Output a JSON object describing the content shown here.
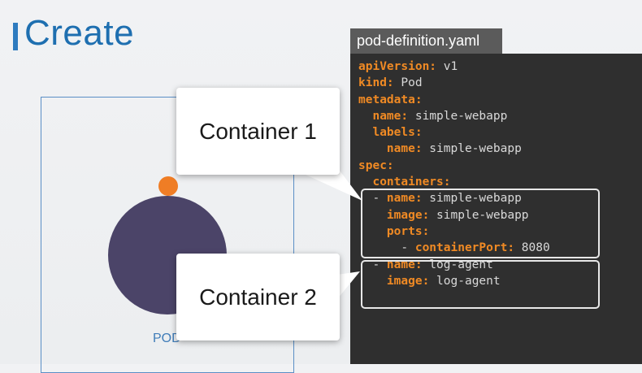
{
  "page": {
    "title": "Create"
  },
  "diagram": {
    "pod_label": "POD"
  },
  "callouts": {
    "container1": "Container 1",
    "container2": "Container 2"
  },
  "editor": {
    "filename": "pod-definition.yaml",
    "lines": [
      {
        "indent": "",
        "dash": "",
        "key": "apiVersion:",
        "value": " v1"
      },
      {
        "indent": "",
        "dash": "",
        "key": "kind:",
        "value": " Pod"
      },
      {
        "indent": "",
        "dash": "",
        "key": "metadata:",
        "value": ""
      },
      {
        "indent": "  ",
        "dash": "",
        "key": "name:",
        "value": " simple-webapp"
      },
      {
        "indent": "  ",
        "dash": "",
        "key": "labels:",
        "value": ""
      },
      {
        "indent": "    ",
        "dash": "",
        "key": "name:",
        "value": " simple-webapp"
      },
      {
        "indent": "",
        "dash": "",
        "key": "spec:",
        "value": ""
      },
      {
        "indent": "  ",
        "dash": "",
        "key": "containers:",
        "value": ""
      },
      {
        "indent": "  ",
        "dash": "- ",
        "key": "name:",
        "value": " simple-webapp"
      },
      {
        "indent": "    ",
        "dash": "",
        "key": "image:",
        "value": " simple-webapp"
      },
      {
        "indent": "    ",
        "dash": "",
        "key": "ports:",
        "value": ""
      },
      {
        "indent": "      ",
        "dash": "- ",
        "key": "containerPort:",
        "value": " 8080"
      },
      {
        "indent": "  ",
        "dash": "- ",
        "key": "name:",
        "value": " log-agent"
      },
      {
        "indent": "    ",
        "dash": "",
        "key": "image:",
        "value": " log-agent"
      }
    ]
  },
  "colors": {
    "accent": "#1e6fb0",
    "key": "#f08a24",
    "pod": "#4b4468",
    "dot": "#ef7d25",
    "editor_bg": "#2f2f2f"
  }
}
